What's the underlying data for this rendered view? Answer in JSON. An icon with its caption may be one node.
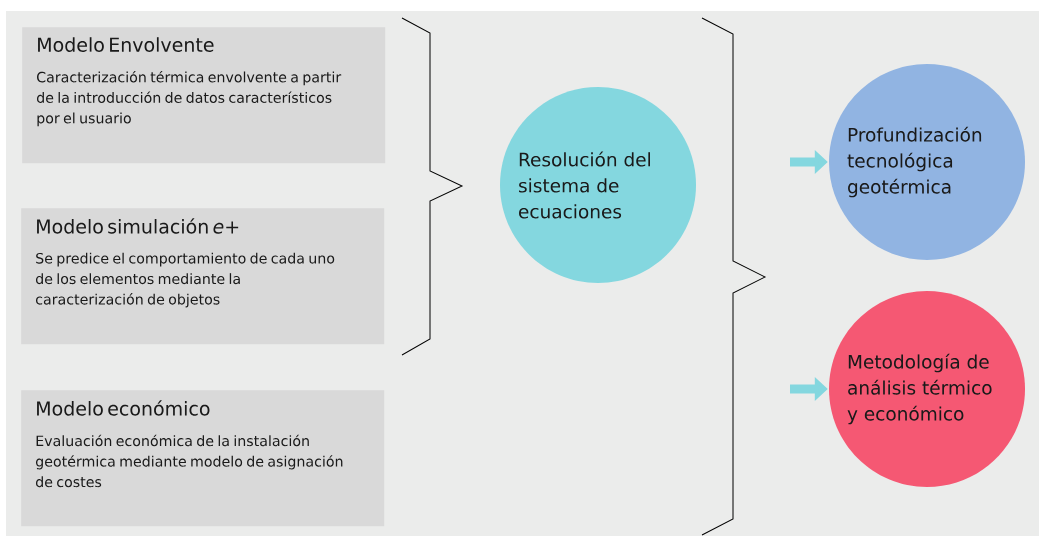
{
  "diagram": {
    "nodes": [
      {
        "text": [
          "Modelo Envolvente",
          "Caracterización térmica envolvente a partir de la introducción de datos característicos por el usuario"
        ]
      },
      {
        "text": [
          "Modelo simulación *e*+",
          "Se predice el comportamiento de cada uno de los elementos mediante la caracterización de objetos"
        ]
      },
      {
        "text": [
          "Modelo económico",
          "Evaluación económica de la instalación geotérmica mediante modelo de asignación de costes"
        ]
      },
      {
        "text": [
          "Resolución del sistema de ecuaciones"
        ]
      },
      {
        "text": [
          "Profundización tecnológica geotérmica"
        ]
      },
      {
        "text": [
          "Metodología de análisis térmico y económico"
        ]
      }
    ],
    "edges": [
      {
        "from": null,
        "to": 4,
        "arrow": "to"
      },
      {
        "from": null,
        "to": 5,
        "arrow": "to"
      }
    ]
  }
}
